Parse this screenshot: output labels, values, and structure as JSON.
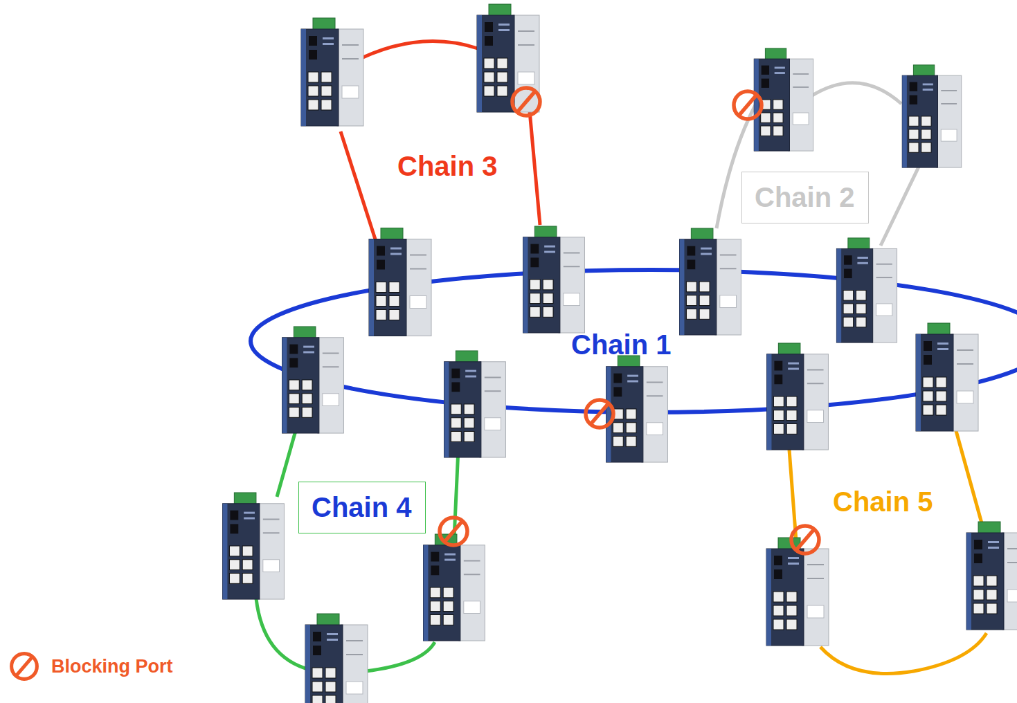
{
  "diagram": {
    "nodes": [
      {
        "text": [
          "Chain 2"
        ]
      },
      {
        "text": [
          "Chain 4"
        ]
      }
    ],
    "labels": [
      "Chain 3",
      "Chain 1",
      "Chain 5"
    ],
    "legend": [
      {
        "text": "Blocking Port"
      }
    ]
  }
}
